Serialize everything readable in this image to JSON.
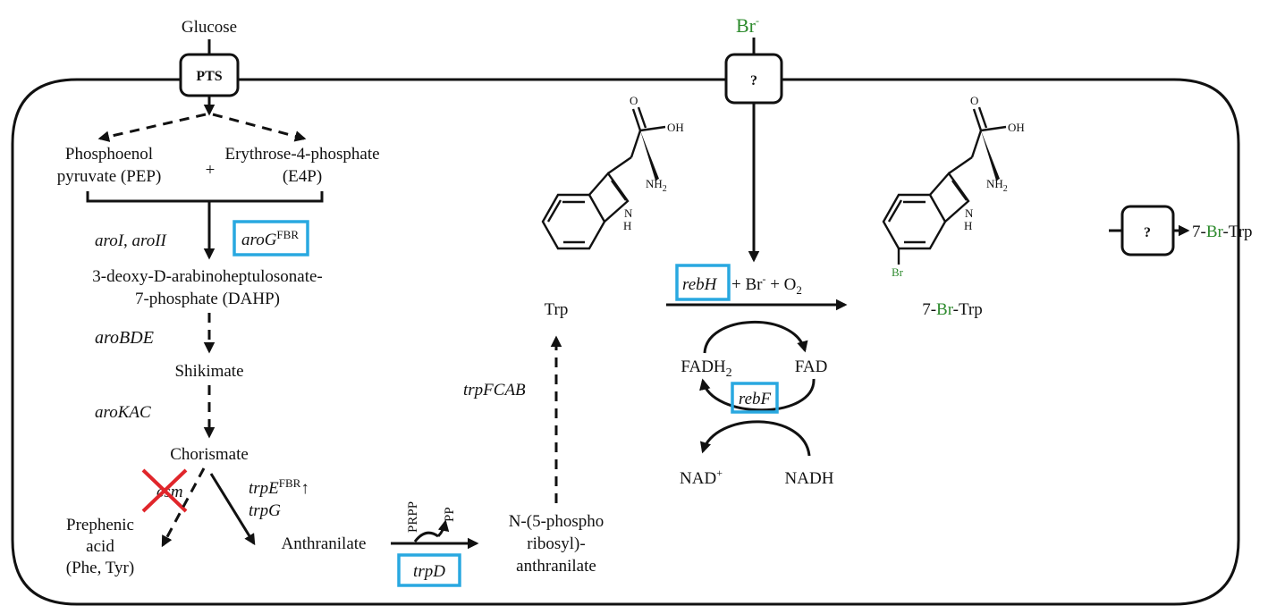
{
  "colors": {
    "enzyme_box": "#29a8e0",
    "bromine": "#2e8b2e",
    "knockout_mark": "#e0262b",
    "line": "#111111"
  },
  "inputs": {
    "glucose": "Glucose",
    "bromide": "Br",
    "bromide_charge": "-"
  },
  "transporters": {
    "pts": "PTS",
    "unknown_import": "?",
    "unknown_export": "?"
  },
  "metabolites": {
    "pep_line1": "Phosphoenol",
    "pep_line2": "pyruvate (PEP)",
    "plus": "+",
    "e4p_line1": "Erythrose-4-phosphate",
    "e4p_line2": "(E4P)",
    "dahp_line1": "3-deoxy-D-arabinoheptulosonate-",
    "dahp_line2": "7-phosphate (DAHP)",
    "shikimate": "Shikimate",
    "chorismate": "Chorismate",
    "prephenic_line1": "Prephenic",
    "prephenic_line2": "acid",
    "prephenic_line3": "(Phe, Tyr)",
    "anthranilate": "Anthranilate",
    "prpp": "PRPP",
    "pp": "PP",
    "pra_line1": "N-(5-phospho",
    "pra_line2": "ribosyl)-",
    "pra_line3": "anthranilate",
    "trp": "Trp",
    "fadh2": "FADH",
    "fadh2_sub": "2",
    "fad": "FAD",
    "nad": "NAD",
    "nad_sup": "+",
    "nadh": "NADH",
    "product_prefix": "7-",
    "product_br": "Br",
    "product_suffix": "-Trp",
    "export_prefix": "7-",
    "export_br": "Br",
    "export_suffix": "-Trp"
  },
  "reaction": {
    "plus1": "+ Br",
    "br_charge": "-",
    "plus2": " + O",
    "o2_sub": "2"
  },
  "genes": {
    "aro_i": "aroI",
    "aro_sep": ", ",
    "aro_ii": "aroII",
    "arog": "aroG",
    "arog_sup": "FBR",
    "arobde": "aroBDE",
    "arokac": "aroKAC",
    "csm": "csm",
    "trpe": "trpE",
    "trpe_sup": "FBR",
    "trpe_arrow": "↑",
    "trpg": "trpG",
    "trpd": "trpD",
    "trpfcab": "trpFCAB",
    "rebh": "rebH",
    "rebf": "rebF"
  },
  "structures": {
    "oh": "OH",
    "o": "O",
    "nh": "NH",
    "nh_sub": "2",
    "n": "N",
    "h": "H",
    "br_substituent": "Br"
  }
}
